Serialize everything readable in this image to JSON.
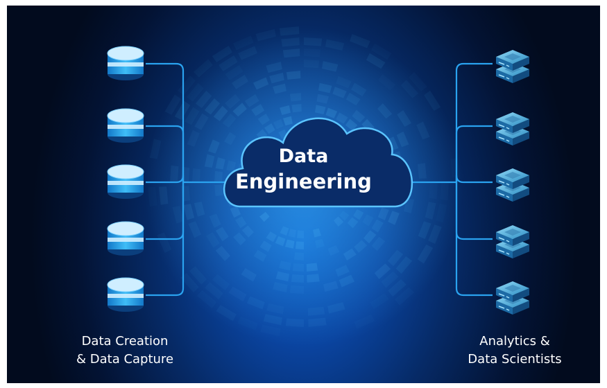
{
  "cloud": {
    "line1": "Data",
    "line2": "Engineering"
  },
  "left": {
    "caption_line1": "Data Creation",
    "caption_line2": "& Data Capture",
    "icon": "database-icon",
    "count": 5
  },
  "right": {
    "caption_line1": "Analytics &",
    "caption_line2": "Data Scientists",
    "icon": "server-icon",
    "count": 5
  },
  "colors": {
    "connector": "#2aa3f0",
    "cloud_fill": "#0a2c68",
    "cloud_outline": "#5bc4ff",
    "db_light": "#cfeeff",
    "db_band": "#27a6ee"
  }
}
